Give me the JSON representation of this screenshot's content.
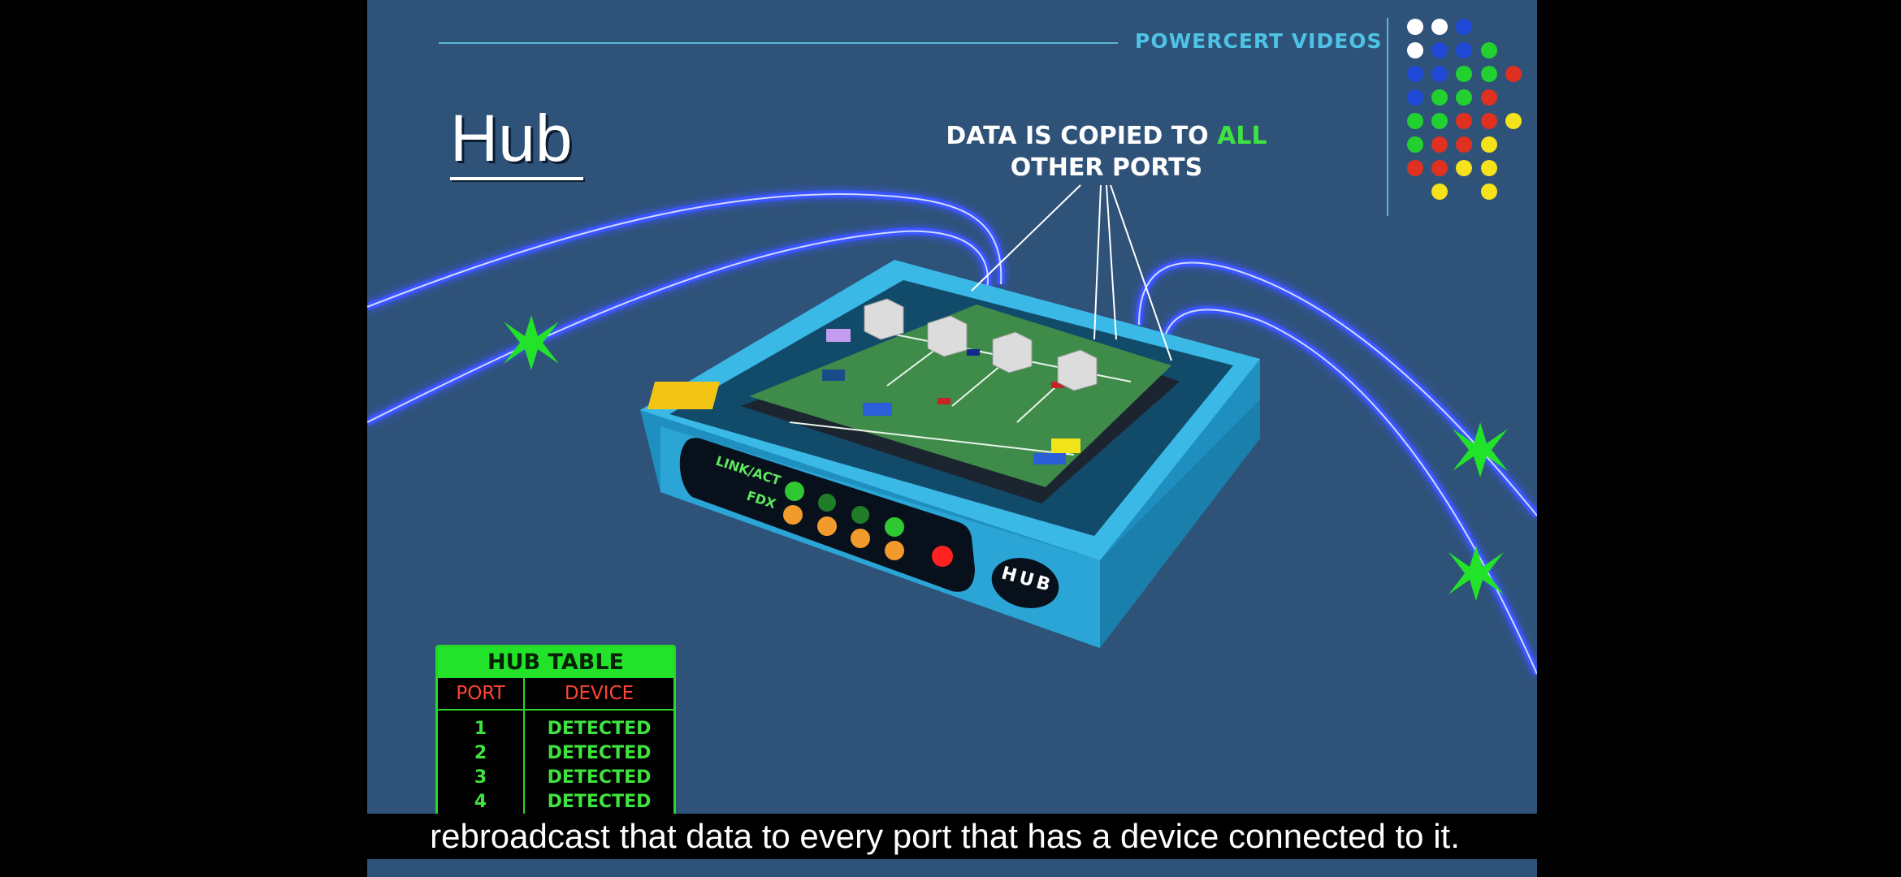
{
  "brand": {
    "name": "POWERCERT VIDEOS",
    "dot_colors": [
      "#ffffff",
      "#1f49d6",
      "#22d12f",
      "#e03020",
      "#f5e21a"
    ]
  },
  "slide": {
    "title": "Hub",
    "callout_pre": "DATA IS COPIED TO ",
    "callout_highlight": "ALL",
    "callout_post": " OTHER PORTS",
    "device_label": "HUB",
    "led_labels": [
      "LINK/ACT",
      "FDX"
    ]
  },
  "hub_table": {
    "title": "HUB TABLE",
    "headers": [
      "PORT",
      "DEVICE"
    ],
    "rows": [
      {
        "port": "1",
        "device": "DETECTED"
      },
      {
        "port": "2",
        "device": "DETECTED"
      },
      {
        "port": "3",
        "device": "DETECTED"
      },
      {
        "port": "4",
        "device": "DETECTED"
      }
    ]
  },
  "subtitle": "rebroadcast that data to every port that has a device connected to it."
}
